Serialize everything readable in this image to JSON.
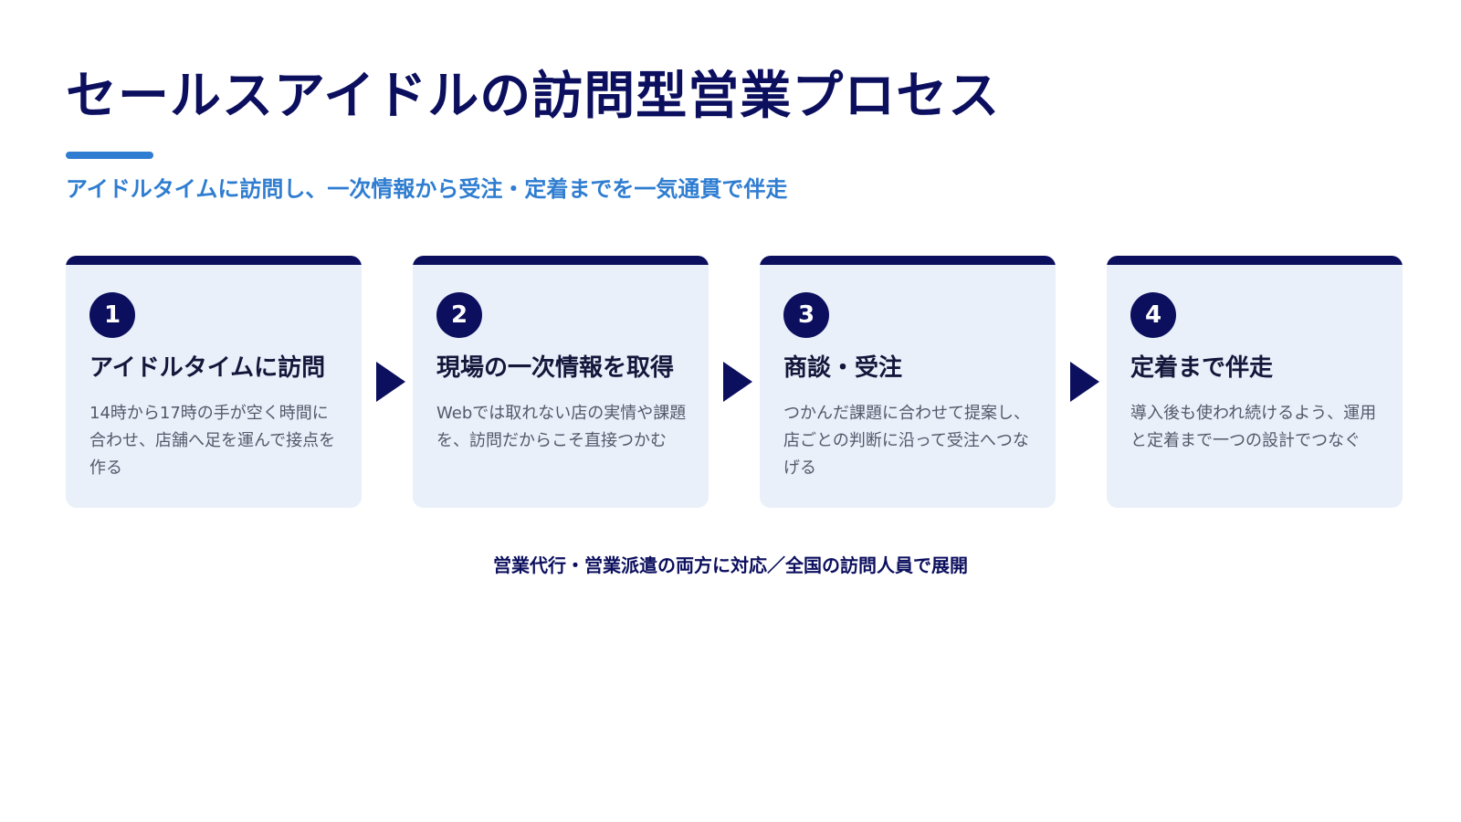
{
  "slide": {
    "title": "セールスアイドルの訪問型営業プロセス",
    "subtitle": "アイドルタイムに訪問し、一次情報から受注・定着までを一気通貫で伴走",
    "footer": "営業代行・営業派遣の両方に対応／全国の訪問人員で展開"
  },
  "steps": [
    {
      "number": "1",
      "title": "アイドルタイムに訪問",
      "description": "14時から17時の手が空く時間に合わせ、店舗へ足を運んで接点を作る"
    },
    {
      "number": "2",
      "title": "現場の一次情報を取得",
      "description": "Webでは取れない店の実情や課題を、訪問だからこそ直接つかむ"
    },
    {
      "number": "3",
      "title": "商談・受注",
      "description": "つかんだ課題に合わせて提案し、店ごとの判断に沿って受注へつなげる"
    },
    {
      "number": "4",
      "title": "定着まで伴走",
      "description": "導入後も使われ続けるよう、運用と定着まで一つの設計でつなぐ"
    }
  ],
  "colors": {
    "navy": "#0c0f5e",
    "accent_blue": "#2f7dd1",
    "card_bg": "#e9f0fa",
    "body_text": "#55586a"
  },
  "icons": {
    "step_arrow": "triangle-right-icon"
  }
}
